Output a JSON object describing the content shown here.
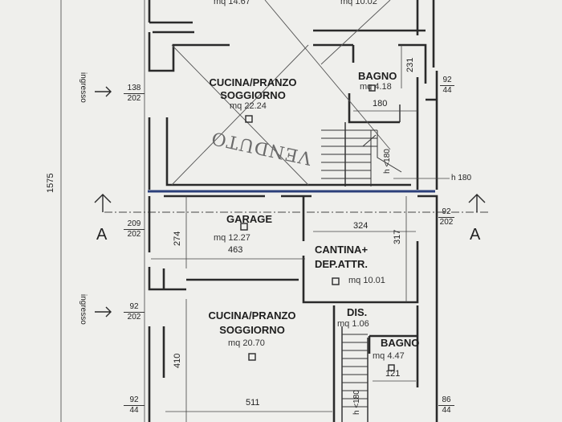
{
  "top_fragment": {
    "area_left": "mq 14.67",
    "area_right": "mq 10.02"
  },
  "upper_unit": {
    "entrance_label": "ingresso",
    "entrance_frac": {
      "num": "138",
      "den": "202"
    },
    "kitchen": {
      "name_line1": "CUCINA/PRANZO",
      "name_line2": "SOGGIORNO",
      "area": "mq 22.24"
    },
    "bathroom": {
      "name": "BAGNO",
      "area": "mq 4.18",
      "width": "180",
      "depth": "231"
    },
    "right_frac": {
      "num": "92",
      "den": "44"
    },
    "stair_height": "h <180",
    "ceiling_height": "h 180",
    "stamp": "VENDUTO"
  },
  "section": {
    "marker": "A"
  },
  "overall_height": "1575",
  "lower_unit": {
    "garage": {
      "name": "GARAGE",
      "area": "mq 12.27",
      "width": "463",
      "depth": "274"
    },
    "garage_left_frac": {
      "num": "209",
      "den": "202"
    },
    "garage_right_frac": {
      "num": "92",
      "den": "202"
    },
    "cantina": {
      "name_line1": "CANTINA+",
      "name_line2": "DEP.ATTR.",
      "area": "mq 10.01",
      "width": "324",
      "depth": "317"
    },
    "entrance_label": "ingresso",
    "entrance_frac": {
      "num": "92",
      "den": "202"
    },
    "kitchen": {
      "name_line1": "CUCINA/PRANZO",
      "name_line2": "SOGGIORNO",
      "area": "mq 20.70",
      "width": "511",
      "depth": "410"
    },
    "dis": {
      "name": "DIS.",
      "area": "mq 1.06"
    },
    "bathroom": {
      "name": "BAGNO",
      "area": "mq 4.47",
      "width": "121"
    },
    "bottom_left_frac": {
      "num": "92",
      "den": "44"
    },
    "bottom_right_frac": {
      "num": "86",
      "den": "44"
    },
    "stair_height": "h <180"
  }
}
